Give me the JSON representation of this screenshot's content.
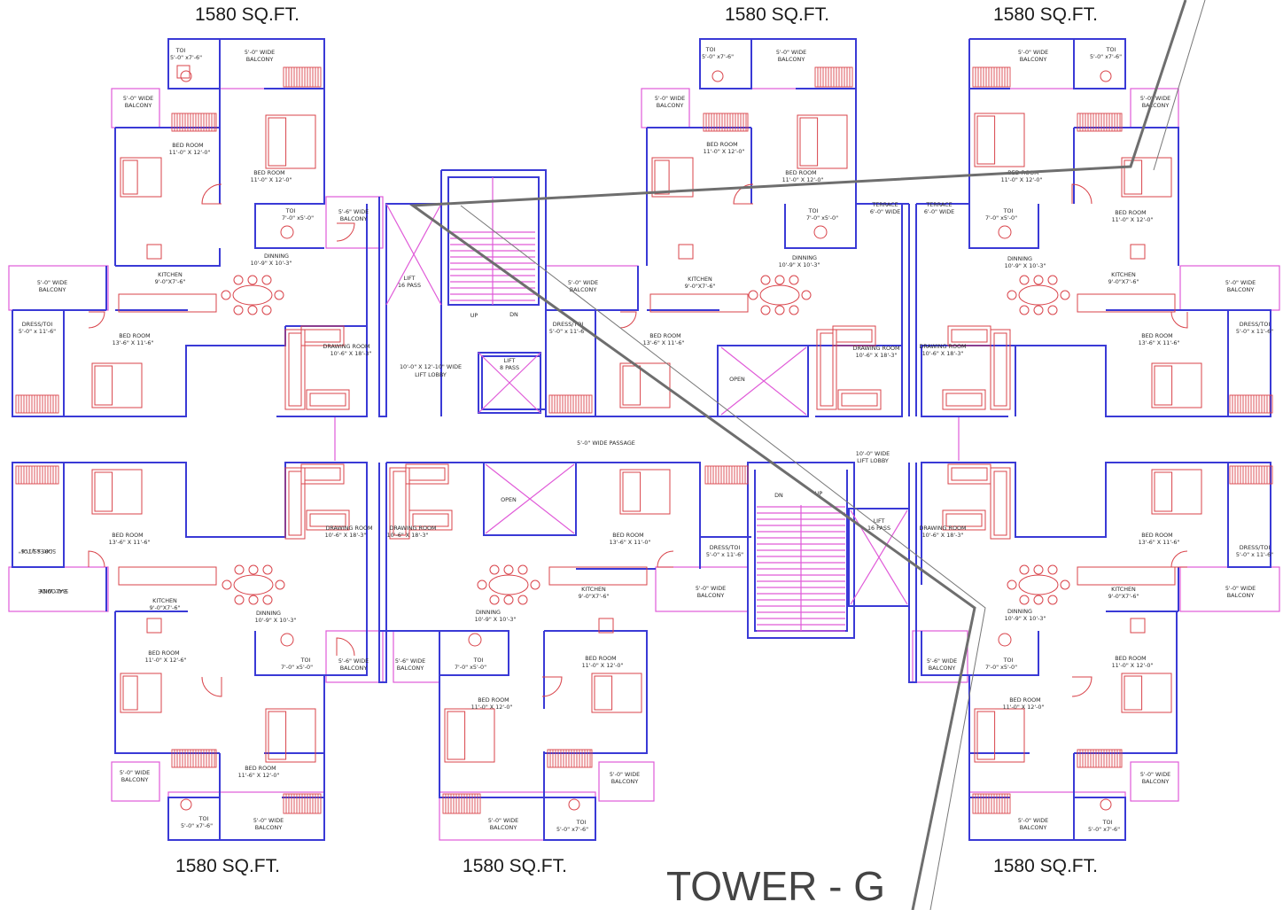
{
  "drawing": {
    "title": "TOWER - G",
    "unit_area_labels": [
      "1580 SQ.FT.",
      "1580 SQ.FT.",
      "1580 SQ.FT.",
      "1580 SQ.FT.",
      "1580 SQ.FT.",
      "1580 SQ.FT."
    ]
  },
  "colors": {
    "walls": "#3a3ad6",
    "furniture": "#d9434a",
    "balcony_outline": "#e05ad8",
    "overlay_line": "#6e6e6e"
  },
  "room_labels": {
    "tl": {
      "toi_top": [
        "TOI",
        "5'-0\" x7'-6\""
      ],
      "balcony_top": [
        "5'-0\" WIDE",
        "BALCONY"
      ],
      "balcony_left": [
        "5'-0\" WIDE",
        "BALCONY"
      ],
      "bed1": [
        "BED ROOM",
        "11'-0\" X 12'-0\""
      ],
      "bed2": [
        "BED ROOM",
        "11'-0\" X 12'-0\""
      ],
      "toi_mid": [
        "TOI",
        "7'-0\" x5'-0\""
      ],
      "balcony_right": [
        "5'-6\" WIDE",
        "BALCONY"
      ],
      "dinning": [
        "DINNING",
        "10'-9\" X 10'-3\""
      ],
      "kitchen": [
        "KITCHEN",
        "9'-0\"X7'-6\""
      ],
      "balcony_far_left": [
        "5'-0\" WIDE",
        "BALCONY"
      ],
      "dress": [
        "DRESS/TOI",
        "5'-0\" x 11'-6\""
      ],
      "bed3": [
        "BED ROOM",
        "13'-6\" X 11'-6\""
      ],
      "drawing": [
        "DRAWING ROOM",
        "10'-6\" X 18'-3\""
      ]
    },
    "core": {
      "lift": [
        "LIFT",
        "16 PASS"
      ],
      "lobby": [
        "10'-0\" X 12'-10\" WIDE",
        "LIFT LOBBY"
      ],
      "lift2": [
        "LIFT",
        "8 PASS"
      ],
      "up": "UP",
      "dn": "DN",
      "passage": "5'-0\" WIDE PASSAGE",
      "open1": "OPEN",
      "open2": "OPEN",
      "lobby2": [
        "10'-0\" WIDE",
        "LIFT LOBBY"
      ],
      "lift3": [
        "LIFT",
        "16 PASS"
      ],
      "dn2": "DN",
      "up2": "UP"
    },
    "tm": {
      "toi_top": [
        "TOI",
        "5'-0\" x7'-6\""
      ],
      "balcony_top": [
        "5'-0\" WIDE",
        "BALCONY"
      ],
      "balcony_left": [
        "5'-0\" WIDE",
        "BALCONY"
      ],
      "bed1": [
        "BED ROOM",
        "11'-0\" X 12'-0\""
      ],
      "bed2": [
        "BED ROOM",
        "11'-0\" X 12'-0\""
      ],
      "toi_mid": [
        "TOI",
        "7'-0\" x5'-0\""
      ],
      "terrace": [
        "TERRACE",
        "6'-0\" WIDE"
      ],
      "dinning": [
        "DINNING",
        "10'-9\" X 10'-3\""
      ],
      "kitchen": [
        "KITCHEN",
        "9'-0\"X7'-6\""
      ],
      "balcony_far_left": [
        "5'-0\" WIDE",
        "BALCONY"
      ],
      "dress": [
        "DRESS/TOI",
        "5'-0\" x 11'-6\""
      ],
      "bed3": [
        "BED ROOM",
        "13'-6\" X 11'-6\""
      ],
      "drawing": [
        "DRAWING ROOM",
        "10'-6\" X 18'-3\""
      ]
    },
    "tr": {
      "balcony_top": [
        "5'-0\" WIDE",
        "BALCONY"
      ],
      "toi_top": [
        "TOI",
        "5'-0\" x7'-6\""
      ],
      "balcony_right": [
        "5'-0\" WIDE",
        "BALCONY"
      ],
      "bed1": [
        "BED ROOM",
        "11'-0\" X 12'-0\""
      ],
      "terrace": [
        "TERRACE",
        "6'-0\" WIDE"
      ],
      "toi_mid": [
        "TOI",
        "7'-0\" x5'-0\""
      ],
      "bed2": [
        "BED ROOM",
        "11'-0\" X 12'-0\""
      ],
      "dinning": [
        "DINNING",
        "10'-9\" X 10'-3\""
      ],
      "kitchen": [
        "KITCHEN",
        "9'-0\"X7'-6\""
      ],
      "balcony_far_right": [
        "5'-0\" WIDE",
        "BALCONY"
      ],
      "drawing": [
        "DRAWING ROOM",
        "10'-6\" X 18'-3\""
      ],
      "bed3": [
        "BED ROOM",
        "13'-6\" X 11'-6\""
      ],
      "dress": [
        "DRESS/TOI",
        "5'-0\" x 11'-6\""
      ]
    },
    "bl": {
      "bed3": [
        "BED ROOM",
        "13'-6\" X 11'-6\""
      ],
      "dress": [
        "DRESS/TOI",
        "5'-0\" x 11'-6\""
      ],
      "balcony_far_left": [
        "5'-0\" WIDE",
        "BALCONY"
      ],
      "drawing": [
        "DRAWING ROOM",
        "10'-6\" X 18'-3\""
      ],
      "kitchen": [
        "KITCHEN",
        "9'-0\"X7'-6\""
      ],
      "dinning": [
        "DINNING",
        "10'-9\" X 10'-3\""
      ],
      "bed1": [
        "BED ROOM",
        "11'-0\" X 12'-6\""
      ],
      "toi_mid": [
        "TOI",
        "7'-0\" x5'-0\""
      ],
      "balcony_right": [
        "5'-6\" WIDE",
        "BALCONY"
      ],
      "balcony_left": [
        "5'-0\" WIDE",
        "BALCONY"
      ],
      "bed2": [
        "BED ROOM",
        "11'-6\" X 12'-0\""
      ],
      "toi_bot": [
        "TOI",
        "5'-0\" x7'-6\""
      ],
      "balcony_bot": [
        "5'-0\" WIDE",
        "BALCONY"
      ]
    },
    "bm": {
      "drawing": [
        "DRAWING ROOM",
        "10'-6\" X 18'-3\""
      ],
      "open": "OPEN",
      "bed3": [
        "BED ROOM",
        "13'-6\" X 11'-0\""
      ],
      "dress": [
        "DRESS/TOI",
        "5'-0\" x 11'-6\""
      ],
      "kitchen": [
        "KITCHEN",
        "9'-0\"X7'-6\""
      ],
      "balcony_right": [
        "5'-0\" WIDE",
        "BALCONY"
      ],
      "dinning": [
        "DINNING",
        "10'-9\" X 10'-3\""
      ],
      "balcony_left": [
        "5'-6\" WIDE",
        "BALCONY"
      ],
      "toi_mid": [
        "TOI",
        "7'-0\" x5'-0\""
      ],
      "bed1": [
        "BED ROOM",
        "11'-0\" X 12'-0\""
      ],
      "bed2": [
        "BED ROOM",
        "11'-0\" X 12'-0\""
      ],
      "balcony_bot_right": [
        "5'-0\" WIDE",
        "BALCONY"
      ],
      "balcony_bot": [
        "5'-0\" WIDE",
        "BALCONY"
      ],
      "toi_bot": [
        "TOI",
        "5'-0\" x7'-6\""
      ]
    },
    "br": {
      "drawing": [
        "DRAWING ROOM",
        "10'-6\" X 18'-3\""
      ],
      "bed3": [
        "BED ROOM",
        "13'-6\" X 11'-6\""
      ],
      "dress": [
        "DRESS/TOI",
        "5'-0\" x 11'-6\""
      ],
      "kitchen": [
        "KITCHEN",
        "9'-0\"X7'-6\""
      ],
      "balcony_far_right": [
        "5'-0\" WIDE",
        "BALCONY"
      ],
      "dinning": [
        "DINNING",
        "10'-9\" X 10'-3\""
      ],
      "balcony_left": [
        "5'-6\" WIDE",
        "BALCONY"
      ],
      "toi_mid": [
        "TOI",
        "7'-0\" x5'-0\""
      ],
      "bed1": [
        "BED ROOM",
        "11'-0\" X 12'-0\""
      ],
      "bed2": [
        "BED ROOM",
        "11'-0\" X 12'-0\""
      ],
      "balcony_right": [
        "5'-0\" WIDE",
        "BALCONY"
      ],
      "balcony_bot": [
        "5'-0\" WIDE",
        "BALCONY"
      ],
      "toi_bot": [
        "TOI",
        "5'-0\" x7'-6\""
      ]
    }
  }
}
